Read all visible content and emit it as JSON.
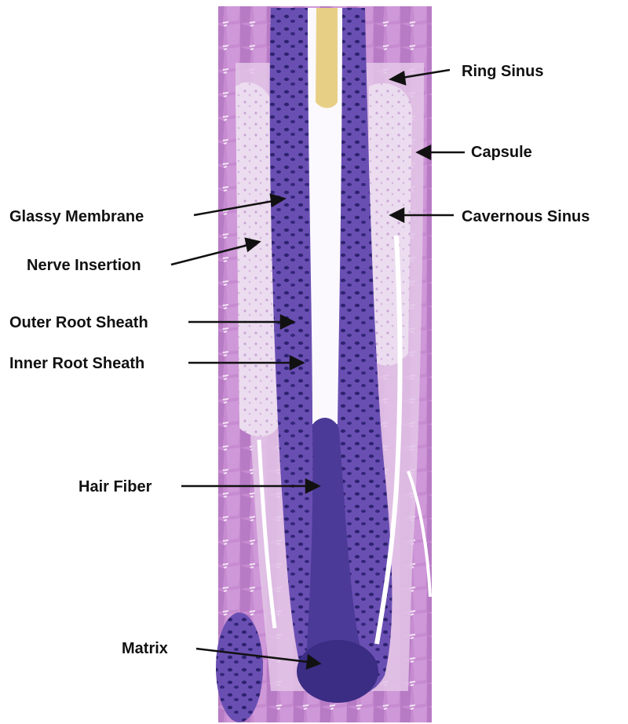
{
  "figure": {
    "subject": "hair follicle histology micrograph",
    "colors": {
      "background": "#ffffff",
      "tissue_pink": "#c98fd0",
      "tissue_light": "#dcb3e0",
      "connective_pale": "#e8d2ea",
      "nuclei_dark": "#3a2a8c",
      "sheath_purple": "#5a43a8",
      "hair_canal": "#fbf9fd",
      "hair_shaft_yellow": "#e8cf86",
      "arrow": "#111111"
    },
    "labels": {
      "ring_sinus": "Ring Sinus",
      "capsule": "Capsule",
      "cavernous_sinus": "Cavernous Sinus",
      "glassy_membrane": "Glassy Membrane",
      "nerve_insertion": "Nerve Insertion",
      "outer_root_sheath": "Outer Root Sheath",
      "inner_root_sheath": "Inner Root Sheath",
      "hair_fiber": "Hair Fiber",
      "matrix": "Matrix"
    }
  }
}
